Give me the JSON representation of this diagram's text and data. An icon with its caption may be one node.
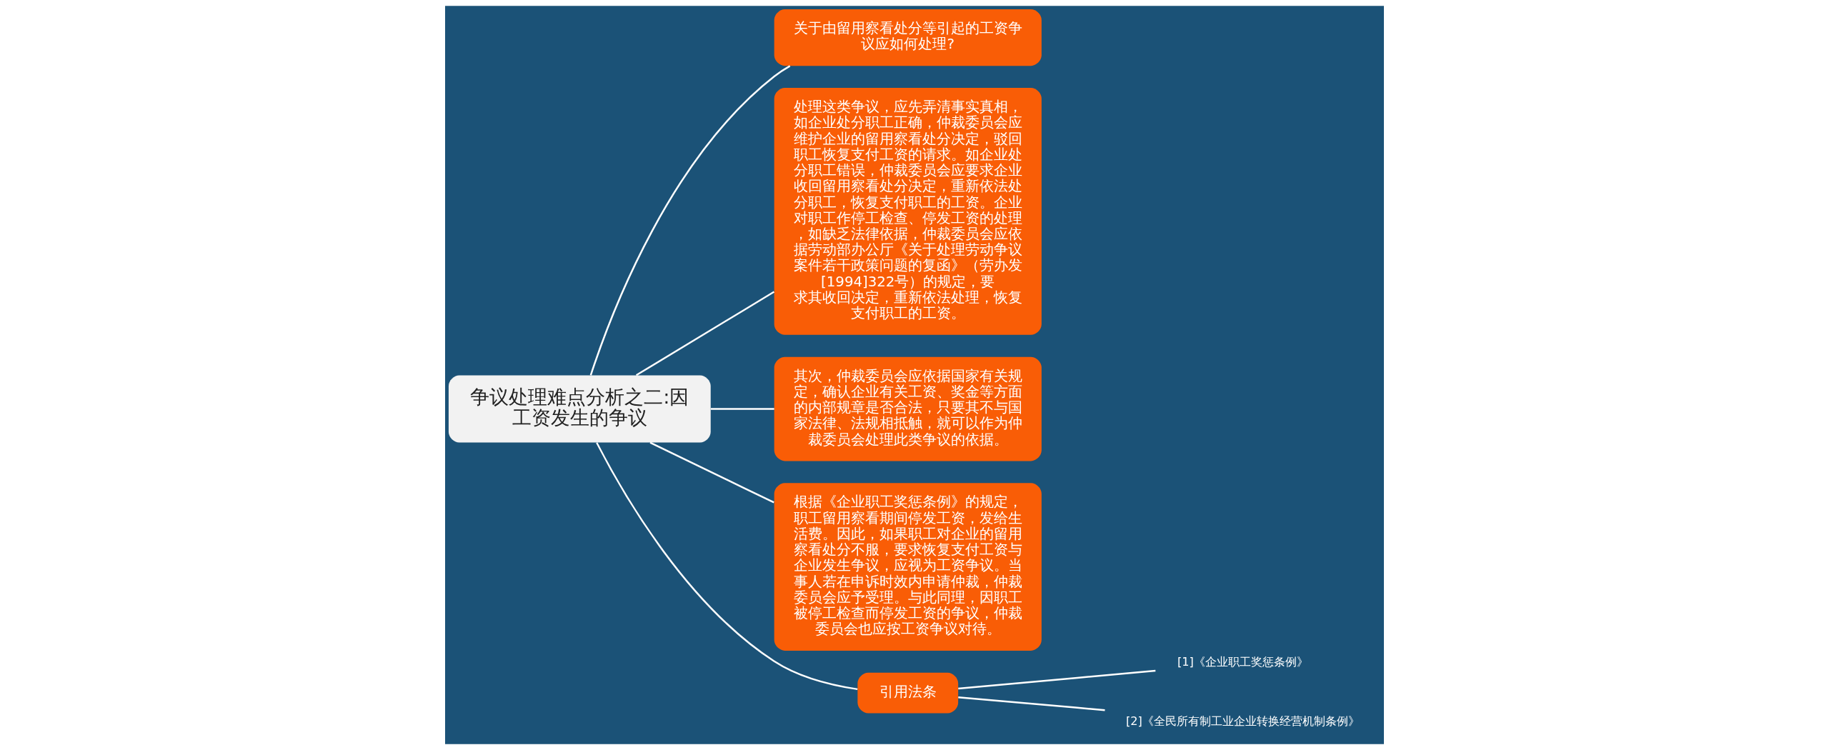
{
  "diagram": {
    "nodes": [
      {
        "text": [
          "争议处理难点分析之二:因工资发生的争议"
        ]
      },
      {
        "text": [
          "关于由留用察看处分等引起的工资争议应如何处理?"
        ]
      },
      {
        "text": [
          "处理这类争议，应先弄清事实真相，如企业处分职工正确，仲裁委员会应维护企业的留用察看处分决定，驳回职工恢复支付工资的请求。如企业处分职工错误，仲裁委员会应要求企业收回留用察看处分决定，重新依法处分职工，恢复支付职工的工资。企业对职工作停工检查、停发工资的处理，如缺乏法律依据，仲裁委员会应依据劳动部办公厅《关于处理劳动争议案件若干政策问题的复函》（劳办发[1994]322号）的规定，要求其收回决定，重新依法处理，恢复支付职工的工资。"
        ]
      },
      {
        "text": [
          "其次，仲裁委员会应依据国家有关规定，确认企业有关工资、奖金等方面的内部规章是否合法，只要其不与国家法律、法规相抵触，就可以作为仲裁委员会处理此类争议的依据。"
        ]
      },
      {
        "text": [
          "根据《企业职工奖惩条例》的规定，职工留用察看期间停发工资，发给生活费。因此，如果职工对企业的留用察看处分不服，要求恢复支付工资与企业发生争议，应视为工资争议。当事人若在申诉时效内申请仲裁，仲裁委员会应予受理。与此同理，因职工被停工检查而停发工资的争议，仲裁委员会也应按工资争议对待。"
        ]
      },
      {
        "text": [
          "引用法条"
        ]
      },
      {
        "text": [
          "[1]《企业职工奖惩条例》"
        ]
      },
      {
        "text": [
          "[2]《全民所有制工业企业转换经营机制条例》"
        ]
      }
    ],
    "edges": [
      {
        "from": 0,
        "to": 1,
        "arrow": "none"
      },
      {
        "from": 0,
        "to": 2,
        "arrow": "none"
      },
      {
        "from": 0,
        "to": 3,
        "arrow": "none"
      },
      {
        "from": 0,
        "to": 4,
        "arrow": "none"
      },
      {
        "from": 0,
        "to": 5,
        "arrow": "none"
      },
      {
        "from": 5,
        "to": 6,
        "arrow": "none"
      },
      {
        "from": 5,
        "to": 7,
        "arrow": "none"
      }
    ]
  }
}
